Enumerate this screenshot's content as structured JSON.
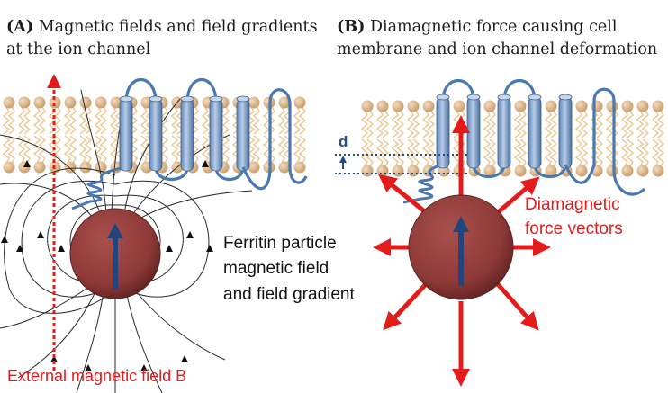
{
  "panel_a": {
    "tag": "(A)",
    "title_line1": "Magnetic fields and field gradients",
    "title_line2": "at the ion channel",
    "particle_label_line1": "Ferritin particle",
    "particle_label_line2": "magnetic field",
    "particle_label_line3": "and field gradient",
    "external_field_label": "External magnetic field B"
  },
  "panel_b": {
    "tag": "(B)",
    "title_line1": "Diamagnetic force causing cell",
    "title_line2": "membrane and ion channel deformation",
    "distance_label": "d",
    "force_label_line1": "Diamagnetic",
    "force_label_line2": "force vectors"
  },
  "colors": {
    "accent_red": "#e31b1b",
    "particle": "#8e3a38",
    "channel_blue": "#4a78b0",
    "lipid_head": "#d9b68a",
    "lipid_tail": "#f0c48c",
    "dimension_blue": "#1f4e8c"
  }
}
